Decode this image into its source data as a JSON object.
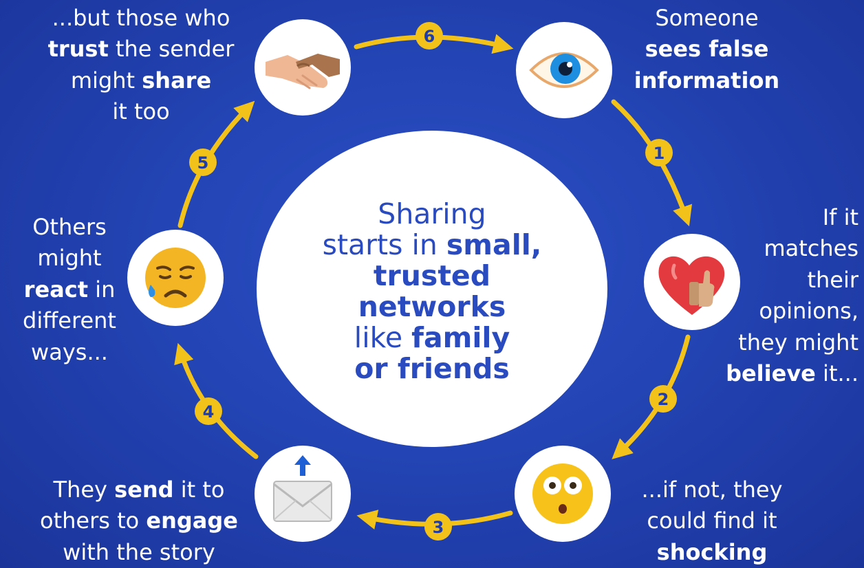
{
  "center": {
    "line1": "Sharing",
    "line2a": "starts in ",
    "line2b": "small,",
    "line3": "trusted",
    "line4": "networks",
    "line5a": "like ",
    "line5b": "family",
    "line6": "or friends"
  },
  "steps": [
    {
      "number": "1",
      "icon": "eye-icon",
      "caption": {
        "l1": "Someone",
        "l2": "sees false",
        "l3": "information"
      }
    },
    {
      "number": "2",
      "icon": "heart-thumbs-up-icon",
      "caption": {
        "l1": "If it",
        "l2": "matches",
        "l3": "their",
        "l4": "opinions,",
        "l5": "they might",
        "l6b": "believe",
        "l6": " it..."
      }
    },
    {
      "number": "3",
      "icon": "shocked-face-icon",
      "caption": {
        "l1": "...if not, they",
        "l2": "could find it",
        "l3": "shocking"
      }
    },
    {
      "number": "4",
      "icon": "envelope-send-icon",
      "caption": {
        "l1a": "They ",
        "l1b": "send",
        "l1c": " it to",
        "l2a": "others to ",
        "l2b": "engage",
        "l3": "with the story"
      }
    },
    {
      "number": "5",
      "icon": "sad-tear-face-icon",
      "caption": {
        "l1": "Others",
        "l2": "might",
        "l3b": "react",
        "l3": " in",
        "l4": "different",
        "l5": "ways..."
      }
    },
    {
      "number": "6",
      "icon": "handshake-icon",
      "caption": {
        "l1": "...but those who",
        "l2b": "trust",
        "l2": " the sender",
        "l3a": "might ",
        "l3b": "share",
        "l4": "it too"
      }
    }
  ],
  "colors": {
    "background": "#2344b4",
    "arrow": "#f2c21b",
    "center_text": "#2a4bbf",
    "caption_text": "#ffffff"
  }
}
